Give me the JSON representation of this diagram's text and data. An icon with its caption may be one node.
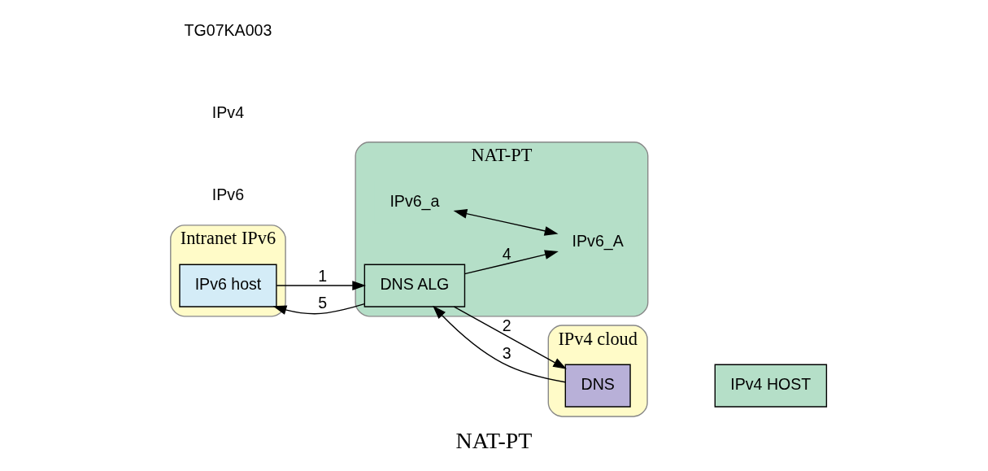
{
  "diagram": {
    "caption": "NAT-PT",
    "nodes": [
      {
        "text": [
          "Intranet IPv6"
        ]
      },
      {
        "text": [
          "IPv6 host"
        ],
        "in": 0
      },
      {
        "text": [
          "NAT-PT"
        ]
      },
      {
        "text": [
          "DNS ALG"
        ],
        "in": 2
      },
      {
        "text": [
          "IPv6_a"
        ],
        "in": 2
      },
      {
        "text": [
          "IPv6_A"
        ],
        "in": 2
      },
      {
        "text": [
          "IPv4 cloud"
        ]
      },
      {
        "text": [
          "DNS"
        ],
        "in": 6
      },
      {
        "text": [
          "IPv4 HOST"
        ]
      }
    ],
    "edges": [
      {
        "from": 1,
        "to": 3,
        "arrow": "to",
        "label": "1"
      },
      {
        "from": 3,
        "to": 7,
        "arrow": "to",
        "label": "2"
      },
      {
        "from": 7,
        "to": 3,
        "arrow": "to",
        "label": "3"
      },
      {
        "from": 3,
        "to": 5,
        "arrow": "to",
        "label": "4"
      },
      {
        "from": 3,
        "to": 1,
        "arrow": "to",
        "label": "5"
      },
      {
        "from": 4,
        "to": 5,
        "arrow": "both"
      }
    ],
    "labels": [
      "IPv6",
      "IPv4",
      "TG07KA003"
    ]
  }
}
